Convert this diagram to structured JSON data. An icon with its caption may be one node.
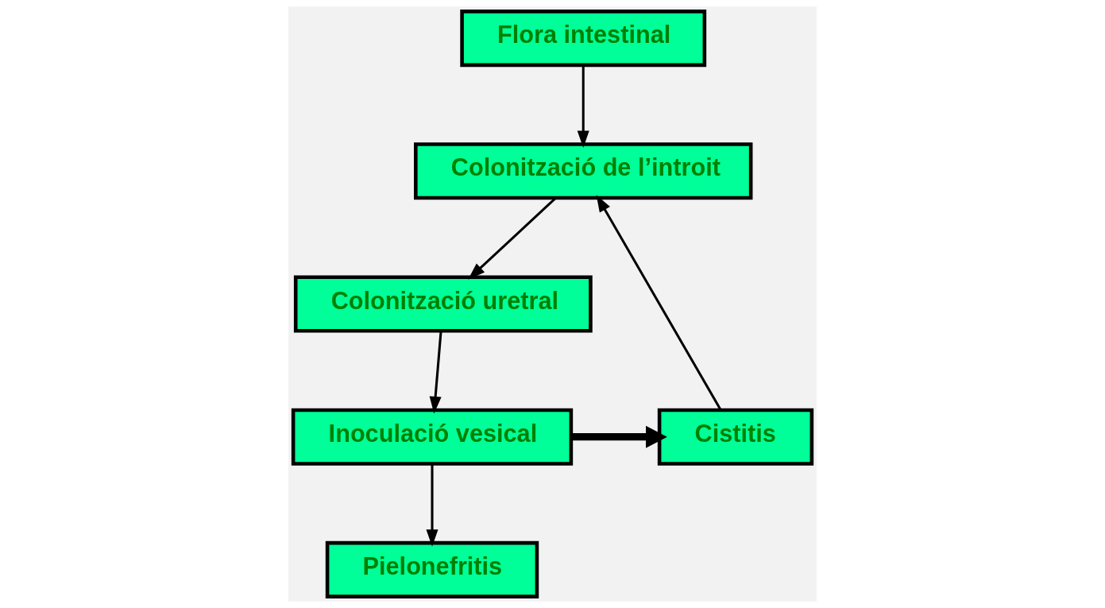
{
  "diagram": {
    "nodes": [
      {
        "text": [
          "Colonització de l’introit"
        ]
      },
      {
        "text": [
          "Colonització uretral"
        ]
      },
      {
        "text": [
          "Flora intestinal"
        ]
      },
      {
        "text": [
          "Inoculació vesical"
        ]
      },
      {
        "text": [
          "Cistitis"
        ]
      },
      {
        "text": [
          "Pielonefritis"
        ]
      }
    ],
    "edges": [
      {
        "from": 0,
        "to": 1,
        "arrow": "to"
      },
      {
        "from": 4,
        "to": 0,
        "arrow": "to"
      },
      {
        "from": 2,
        "to": 0,
        "arrow": "to"
      },
      {
        "from": 1,
        "to": 3,
        "arrow": "to"
      },
      {
        "from": 3,
        "to": 4,
        "arrow": "to",
        "style": "thick"
      },
      {
        "from": 3,
        "to": 5,
        "arrow": "to"
      }
    ]
  }
}
